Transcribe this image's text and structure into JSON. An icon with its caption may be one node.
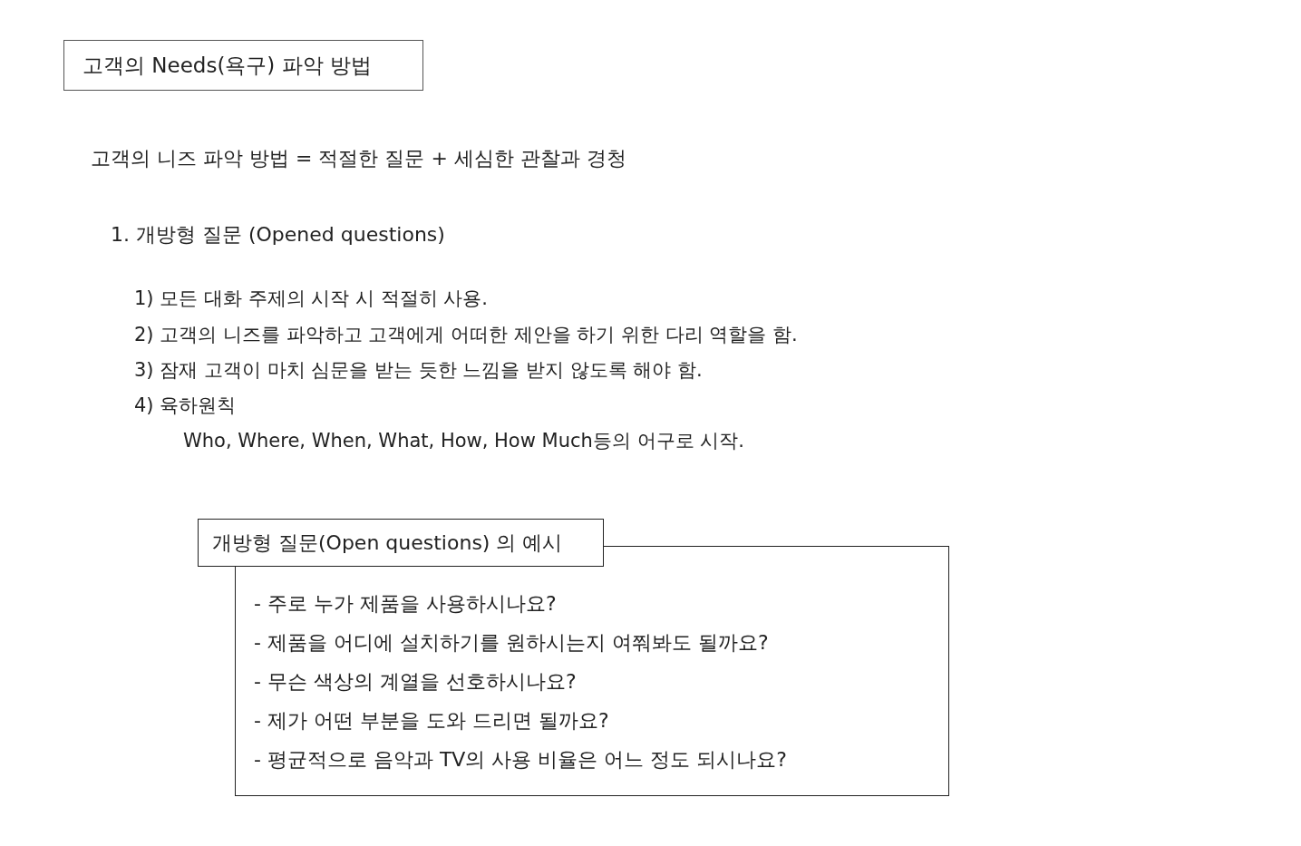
{
  "diagram": {
    "nodes": [
      {
        "text": [
          "고객의 Needs(욕구) 파악 방법"
        ]
      },
      {
        "text": [
          "개방형 질문(Open questions) 의 예시",
          "- 주로 누가 제품을 사용하시나요?",
          "- 제품을 어디에 설치하기를 원하시는지 여쭤봐도 될까요?",
          "- 무슨 색상의 계열을 선호하시나요?",
          "- 제가 어떤 부분을 도와 드리면 될까요?",
          "- 평균적으로 음악과 TV의 사용 비율은 어느 정도 되시나요?"
        ]
      }
    ],
    "labels": [
      "고객의 니즈 파악 방법 = 적절한 질문 + 세심한 관찰과 경청",
      "1. 개방형 질문 (Opened questions)",
      "1) 모든 대화 주제의 시작 시 적절히 사용.",
      "2) 고객의 니즈를 파악하고 고객에게 어떠한 제안을 하기 위한 다리 역할을 함.",
      "3) 잠재 고객이 마치 심문을 받는 듯한 느낌을 받지 않도록 해야 함.",
      "4) 육하원칙",
      "Who, Where, When, What, How, How Much등의 어구로 시작."
    ]
  }
}
